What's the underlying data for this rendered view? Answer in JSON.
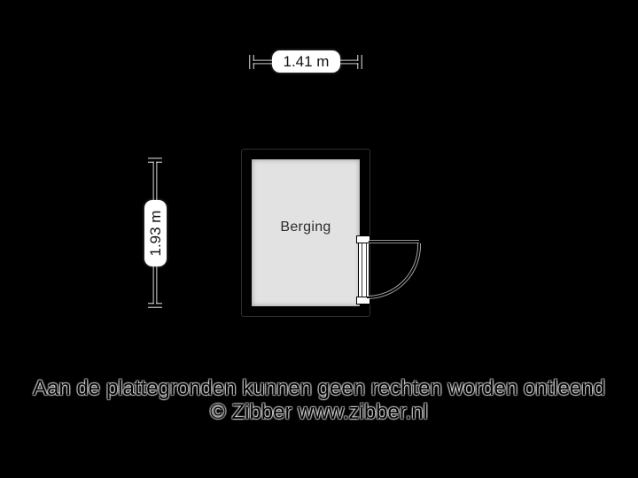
{
  "floorplan": {
    "room": {
      "label": "Berging"
    },
    "dimensions": {
      "width_label": "1.41 m",
      "height_label": "1.93 m"
    }
  },
  "footer": {
    "disclaimer": "Aan de plattegronden kunnen geen rechten worden ontleend",
    "copyright": "© Zibber www.zibber.nl"
  },
  "colors": {
    "background": "#000000",
    "room_fill": "#e2e2e2",
    "wall": "#000000",
    "dimension_label_bg": "#ffffff",
    "text": "#000000"
  }
}
